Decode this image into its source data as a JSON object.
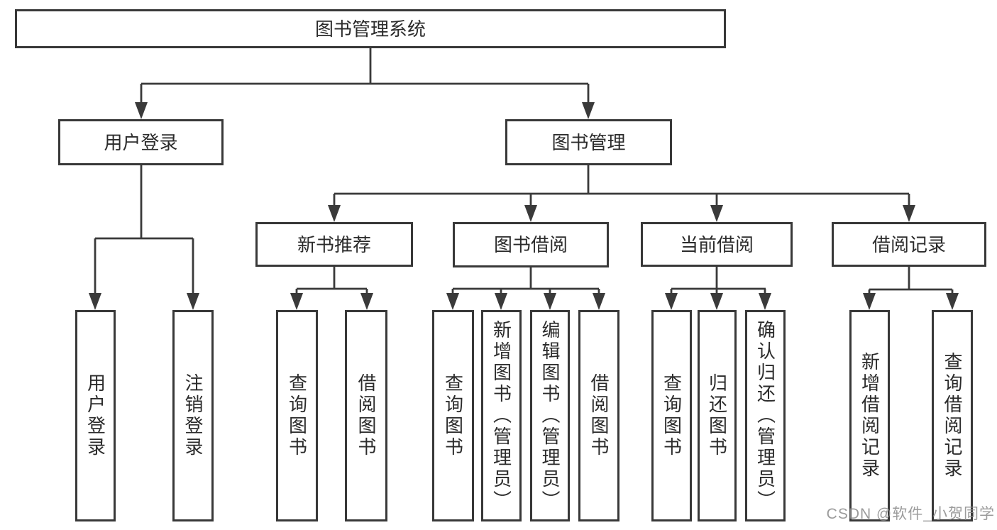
{
  "diagram_title": "图书管理系统",
  "tree": {
    "label": "图书管理系统",
    "children": [
      {
        "label": "用户登录",
        "children": [
          {
            "label": "用户登录"
          },
          {
            "label": "注销登录"
          }
        ]
      },
      {
        "label": "图书管理",
        "children": [
          {
            "label": "新书推荐",
            "children": [
              {
                "label": "查询图书"
              },
              {
                "label": "借阅图书"
              }
            ]
          },
          {
            "label": "图书借阅",
            "children": [
              {
                "label": "查询图书"
              },
              {
                "label": "新增图书（管理员）"
              },
              {
                "label": "编辑图书（管理员）"
              },
              {
                "label": "借阅图书"
              }
            ]
          },
          {
            "label": "当前借阅",
            "children": [
              {
                "label": "查询图书"
              },
              {
                "label": "归还图书"
              },
              {
                "label": "确认归还（管理员）"
              }
            ]
          },
          {
            "label": "借阅记录",
            "children": [
              {
                "label": "新增借阅记录"
              },
              {
                "label": "查询借阅记录"
              }
            ]
          }
        ]
      }
    ]
  },
  "watermark": {
    "text": "CSDN @软件_小贺同学"
  },
  "colors": {
    "line": "#3a3a3a",
    "box_border": "#383838",
    "text": "#2b2b2b",
    "watermark": "#8a8a8a",
    "background": "#ffffff"
  }
}
